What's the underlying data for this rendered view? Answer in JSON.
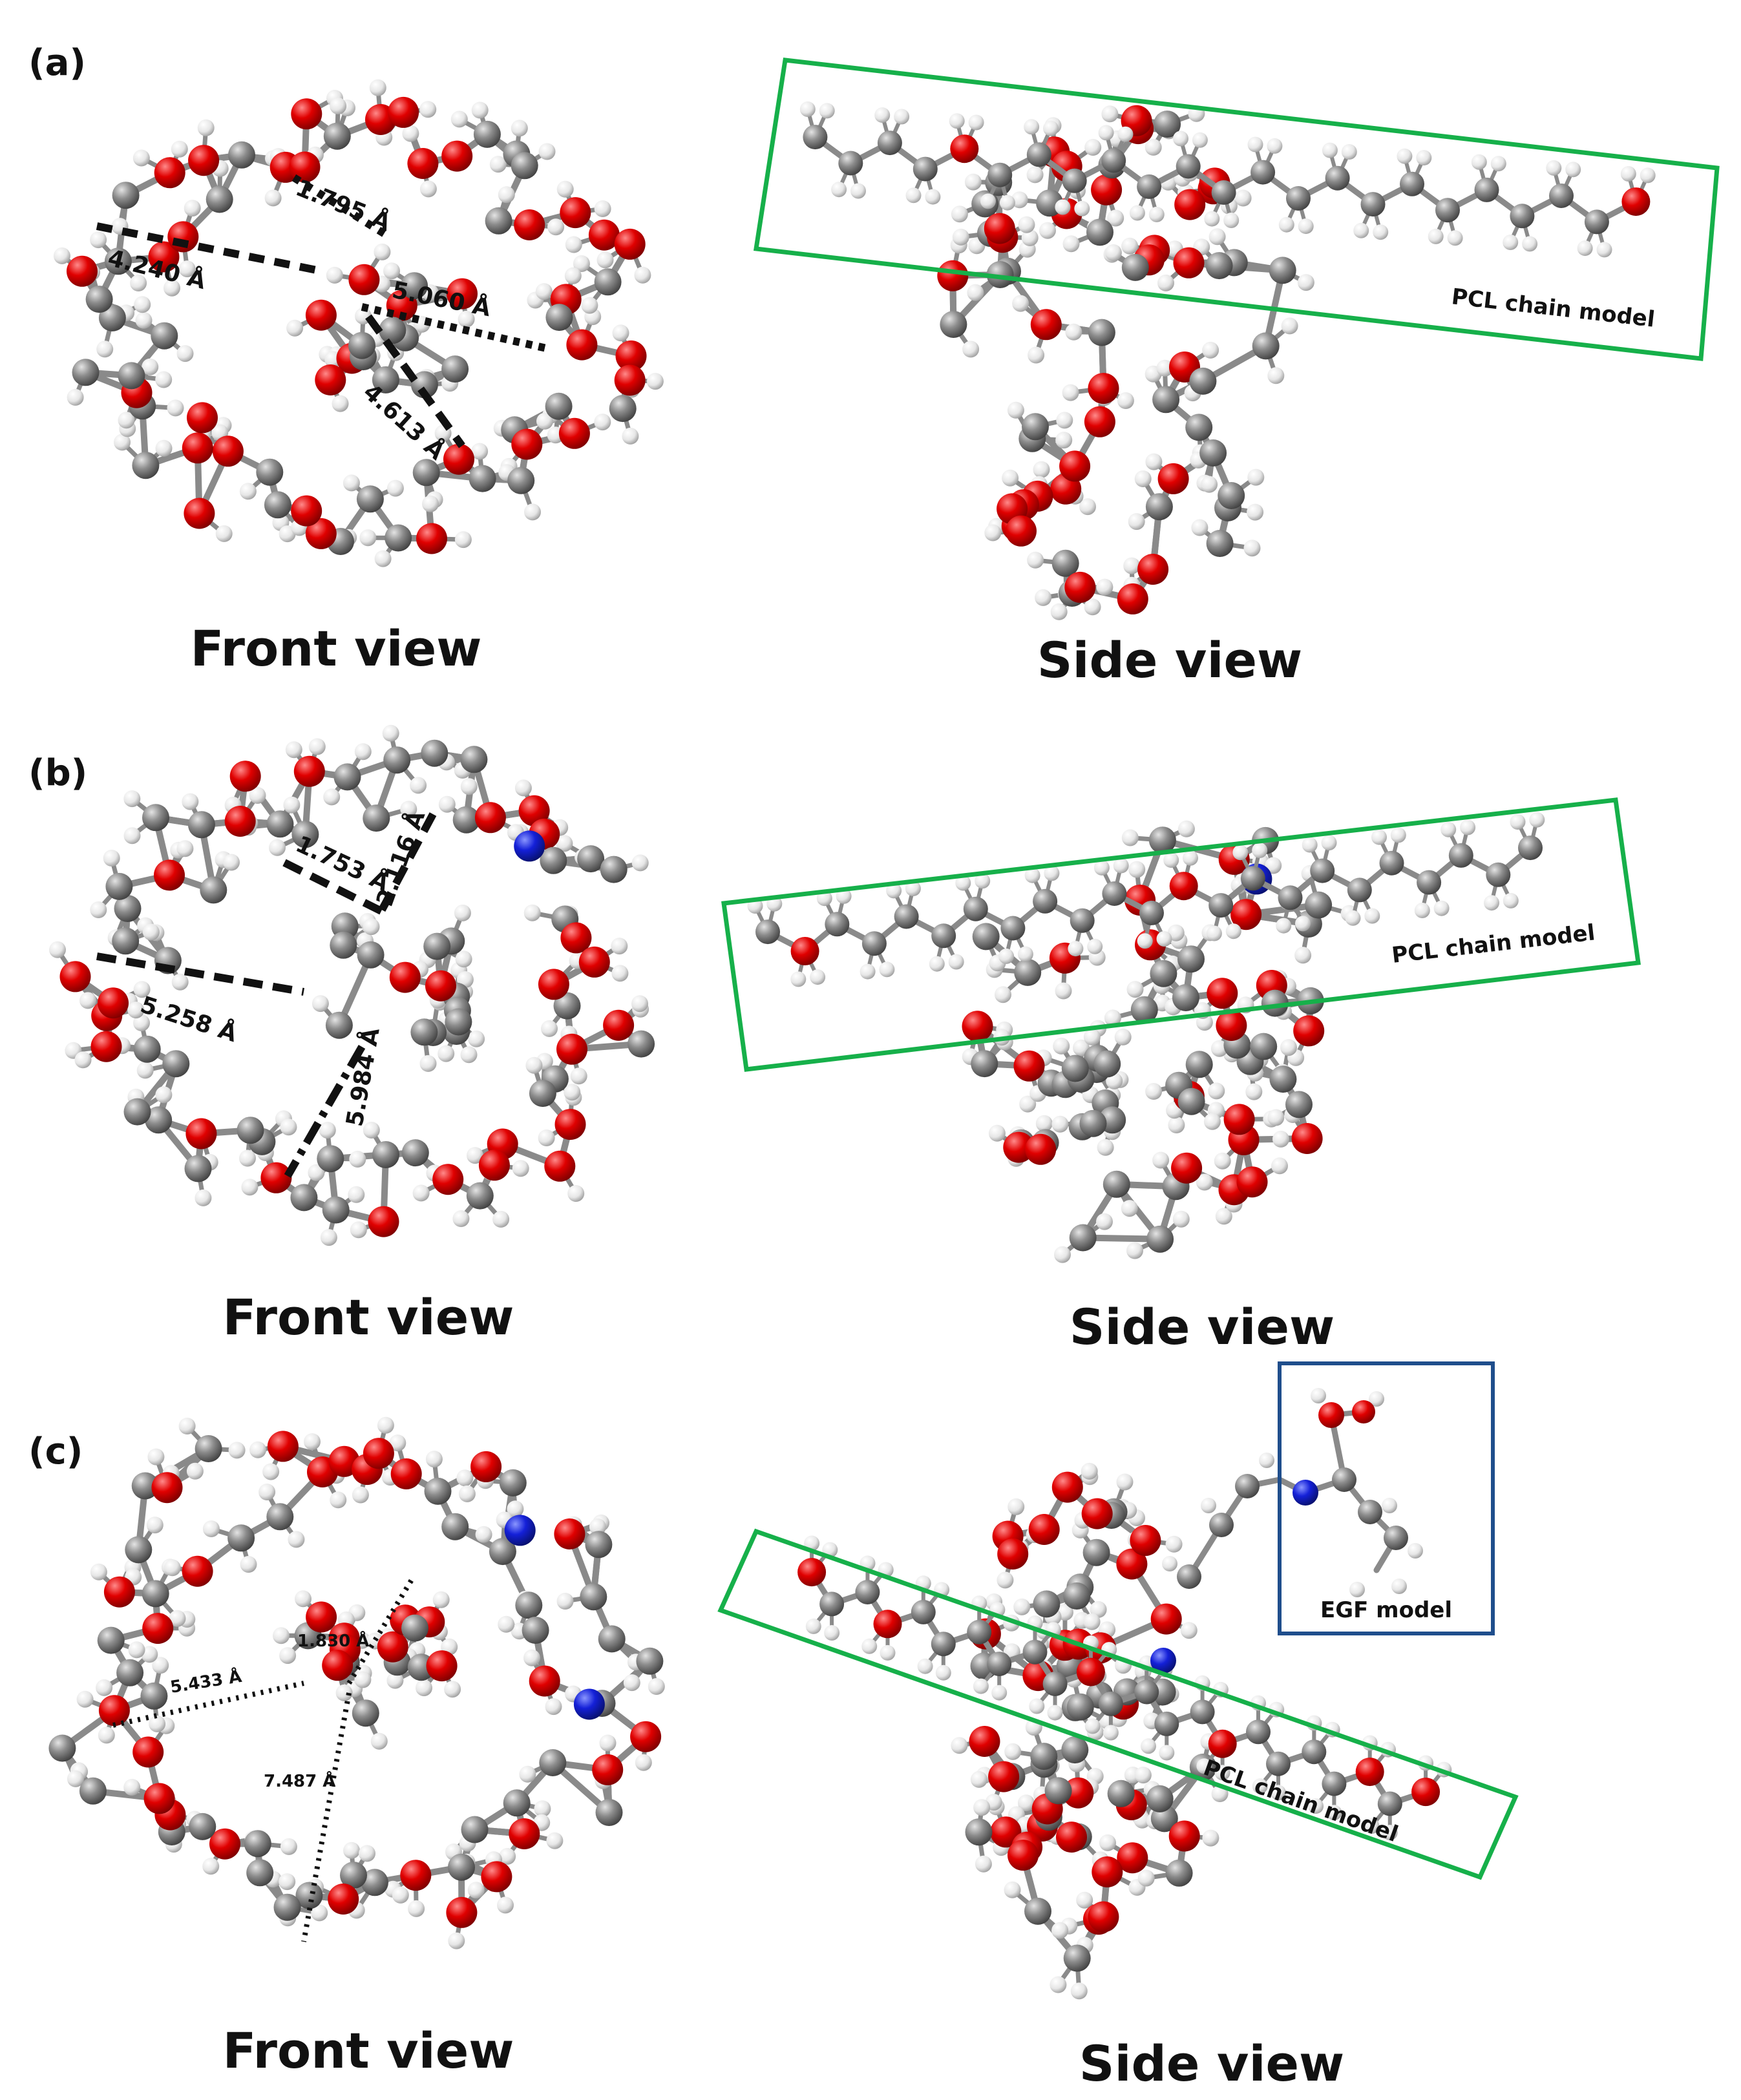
{
  "figure": {
    "atom_colors": {
      "carbon": "#8c8c8c",
      "oxygen": "#e00000",
      "hydrogen": "#e6e6e6",
      "nitrogen": "#1420d8"
    },
    "box_colors": {
      "pcl": "#16b04a",
      "egf": "#1f4e8c"
    },
    "panels": [
      {
        "label": "(a)",
        "front_caption": "Front view",
        "side_caption": "Side view",
        "distances": [
          "1.795 Å",
          "4.240 Å",
          "5.060 Å",
          "4.613 Å"
        ],
        "pcl_box_label": "PCL chain model"
      },
      {
        "label": "(b)",
        "front_caption": "Front view",
        "side_caption": "Side view",
        "distances": [
          "1.753 Å",
          "2.116 Å",
          "5.258 Å",
          "5.984 Å"
        ],
        "pcl_box_label": "PCL chain model"
      },
      {
        "label": "(c)",
        "front_caption": "Front view",
        "side_caption": "Side view",
        "distances": [
          "1.830 Å",
          "5.433 Å",
          "7.487 Å"
        ],
        "pcl_box_label": "PCL chain model",
        "egf_box_label": "EGF model"
      }
    ]
  }
}
